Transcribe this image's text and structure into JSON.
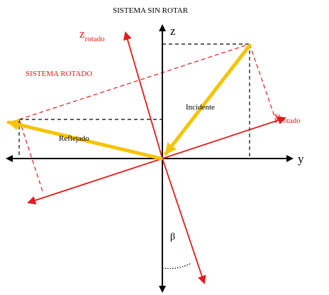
{
  "title": "SISTEMA SIN ROTAR",
  "rotated_system_label": "SISTEMA ROTADO",
  "axes": {
    "z": "z",
    "y": "y",
    "z_rotated": {
      "base": "z",
      "subscript": "rotado"
    },
    "y_rotated": {
      "base": "y",
      "subscript": "rotado"
    }
  },
  "rays": {
    "incident": "Incidente",
    "reflected": "Reflejado"
  },
  "angle_label": "β",
  "colors": {
    "axes": "#000000",
    "rotated_axes": "#e31b1b",
    "rays": "#f5c400",
    "rotated_label": "#e31b1b"
  }
}
